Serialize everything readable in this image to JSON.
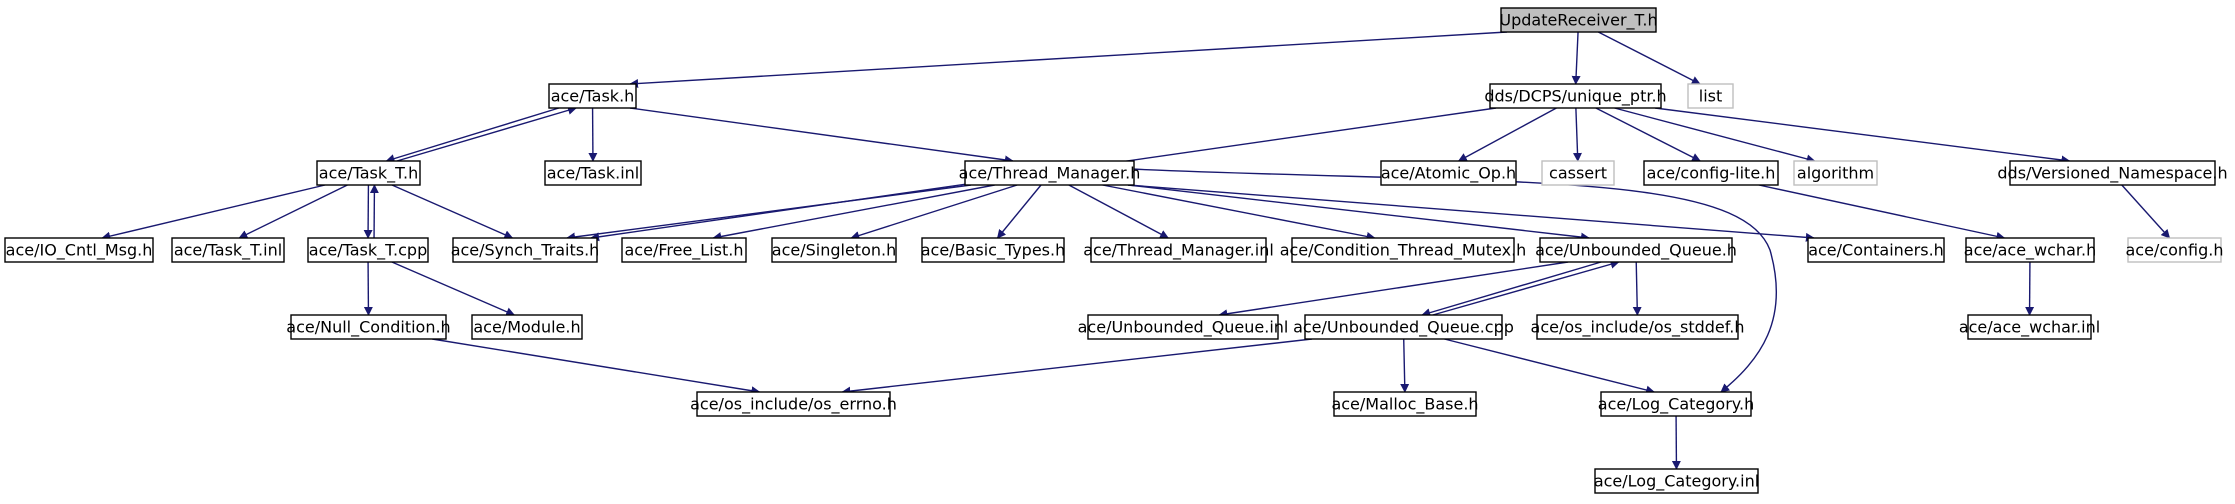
{
  "diagram": {
    "kind": "include-dependency-graph",
    "colors": {
      "edge": "#191970",
      "root_fill": "#bfbfbf",
      "node_border": "#000000",
      "external_border": "#bfbfbf"
    },
    "nodes": [
      {
        "id": "root",
        "label": "UpdateReceiver_T.h",
        "style": "root"
      },
      {
        "id": "task_h",
        "label": "ace/Task.h",
        "style": "solid"
      },
      {
        "id": "uptr",
        "label": "dds/DCPS/unique_ptr.h",
        "style": "solid"
      },
      {
        "id": "list",
        "label": "list",
        "style": "ghost"
      },
      {
        "id": "task_t_h",
        "label": "ace/Task_T.h",
        "style": "solid"
      },
      {
        "id": "task_inl",
        "label": "ace/Task.inl",
        "style": "solid"
      },
      {
        "id": "thread_mgr",
        "label": "ace/Thread_Manager.h",
        "style": "solid"
      },
      {
        "id": "atomic_op",
        "label": "ace/Atomic_Op.h",
        "style": "solid"
      },
      {
        "id": "cassert",
        "label": "cassert",
        "style": "ghost"
      },
      {
        "id": "config_lite",
        "label": "ace/config-lite.h",
        "style": "solid"
      },
      {
        "id": "algorithm",
        "label": "algorithm",
        "style": "ghost"
      },
      {
        "id": "versioned_ns",
        "label": "dds/Versioned_Namespace.h",
        "style": "solid"
      },
      {
        "id": "io_cntl",
        "label": "ace/IO_Cntl_Msg.h",
        "style": "solid"
      },
      {
        "id": "task_t_inl",
        "label": "ace/Task_T.inl",
        "style": "solid"
      },
      {
        "id": "task_t_cpp",
        "label": "ace/Task_T.cpp",
        "style": "solid"
      },
      {
        "id": "synch_traits",
        "label": "ace/Synch_Traits.h",
        "style": "solid"
      },
      {
        "id": "free_list",
        "label": "ace/Free_List.h",
        "style": "solid"
      },
      {
        "id": "singleton",
        "label": "ace/Singleton.h",
        "style": "solid"
      },
      {
        "id": "basic_types",
        "label": "ace/Basic_Types.h",
        "style": "solid"
      },
      {
        "id": "thread_mgr_inl",
        "label": "ace/Thread_Manager.inl",
        "style": "solid"
      },
      {
        "id": "cond_mutex",
        "label": "ace/Condition_Thread_Mutex.h",
        "style": "solid"
      },
      {
        "id": "unb_queue_h",
        "label": "ace/Unbounded_Queue.h",
        "style": "solid"
      },
      {
        "id": "containers",
        "label": "ace/Containers.h",
        "style": "solid"
      },
      {
        "id": "ace_wchar",
        "label": "ace/ace_wchar.h",
        "style": "solid"
      },
      {
        "id": "config_h",
        "label": "ace/config.h",
        "style": "ghost"
      },
      {
        "id": "null_cond",
        "label": "ace/Null_Condition.h",
        "style": "solid"
      },
      {
        "id": "module_h",
        "label": "ace/Module.h",
        "style": "solid"
      },
      {
        "id": "unb_queue_inl",
        "label": "ace/Unbounded_Queue.inl",
        "style": "solid"
      },
      {
        "id": "unb_queue_cpp",
        "label": "ace/Unbounded_Queue.cpp",
        "style": "solid"
      },
      {
        "id": "os_stddef",
        "label": "ace/os_include/os_stddef.h",
        "style": "solid"
      },
      {
        "id": "ace_wchar_inl",
        "label": "ace/ace_wchar.inl",
        "style": "solid"
      },
      {
        "id": "os_errno",
        "label": "ace/os_include/os_errno.h",
        "style": "solid"
      },
      {
        "id": "malloc_base",
        "label": "ace/Malloc_Base.h",
        "style": "solid"
      },
      {
        "id": "log_cat",
        "label": "ace/Log_Category.h",
        "style": "solid"
      },
      {
        "id": "log_cat_inl",
        "label": "ace/Log_Category.inl",
        "style": "solid"
      }
    ],
    "edges": [
      [
        "root",
        "task_h"
      ],
      [
        "root",
        "uptr"
      ],
      [
        "root",
        "list"
      ],
      [
        "task_h",
        "task_t_h"
      ],
      [
        "task_t_h",
        "task_h"
      ],
      [
        "task_h",
        "task_inl"
      ],
      [
        "task_h",
        "thread_mgr"
      ],
      [
        "uptr",
        "synch_traits"
      ],
      [
        "uptr",
        "atomic_op"
      ],
      [
        "uptr",
        "cassert"
      ],
      [
        "uptr",
        "config_lite"
      ],
      [
        "uptr",
        "algorithm"
      ],
      [
        "uptr",
        "versioned_ns"
      ],
      [
        "task_t_h",
        "io_cntl"
      ],
      [
        "task_t_h",
        "task_t_inl"
      ],
      [
        "task_t_h",
        "task_t_cpp"
      ],
      [
        "task_t_cpp",
        "task_t_h"
      ],
      [
        "task_t_h",
        "synch_traits"
      ],
      [
        "thread_mgr",
        "synch_traits"
      ],
      [
        "thread_mgr",
        "free_list"
      ],
      [
        "thread_mgr",
        "singleton"
      ],
      [
        "thread_mgr",
        "basic_types"
      ],
      [
        "thread_mgr",
        "thread_mgr_inl"
      ],
      [
        "thread_mgr",
        "cond_mutex"
      ],
      [
        "thread_mgr",
        "unb_queue_h"
      ],
      [
        "thread_mgr",
        "containers"
      ],
      [
        "thread_mgr",
        "log_cat"
      ],
      [
        "config_lite",
        "ace_wchar"
      ],
      [
        "versioned_ns",
        "config_h"
      ],
      [
        "task_t_cpp",
        "null_cond"
      ],
      [
        "task_t_cpp",
        "module_h"
      ],
      [
        "unb_queue_h",
        "unb_queue_inl"
      ],
      [
        "unb_queue_h",
        "unb_queue_cpp"
      ],
      [
        "unb_queue_cpp",
        "unb_queue_h"
      ],
      [
        "unb_queue_h",
        "os_stddef"
      ],
      [
        "ace_wchar",
        "ace_wchar_inl"
      ],
      [
        "null_cond",
        "os_errno"
      ],
      [
        "unb_queue_cpp",
        "os_errno"
      ],
      [
        "unb_queue_cpp",
        "malloc_base"
      ],
      [
        "unb_queue_cpp",
        "log_cat"
      ],
      [
        "log_cat",
        "log_cat_inl"
      ]
    ]
  }
}
